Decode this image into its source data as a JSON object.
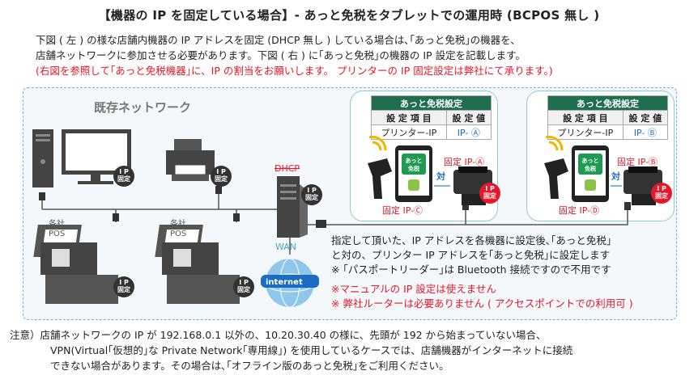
{
  "title": "【機器の IP を固定している場合】- あっと免税をタブレットでの運用時 (BCPOS 無し )",
  "intro": {
    "line1": "下図 ( 左 ) の様な店舗内機器の IP アドレスを固定 (DHCP 無し ) している場合は､｢あっと免税｣の機器を､",
    "line2": "店舗ネットワークに参加させる必要があります。下図 ( 右 ) に｢あっと免税｣の機器の IP 設定を記載します。",
    "line3": "(右図を参照して｢あっと免税機器｣に、IP の割当をお願いします。 プリンターの IP 固定設定は弊社にて承ります。)"
  },
  "diagram": {
    "section_title": "既存ネットワーク",
    "dhcp_label": "DHCP",
    "wan_label": "WAN",
    "internet_label": "internet",
    "pos_label_1": "各社\nPOS",
    "pos_label_2": "各社\nPOS",
    "pos_label_1a": "各社",
    "pos_label_1b": "POS",
    "ip_fixed_line1": "I P",
    "ip_fixed_line2": "固定",
    "ip_label": "I P",
    "fixed_label": "固定"
  },
  "settings_a": {
    "header": "あっと免税設定",
    "col_item": "設 定 項 目",
    "col_value": "設 定 値",
    "row_item": "プリンター-IP",
    "row_value": "IP- Ⓐ"
  },
  "settings_b": {
    "header": "あっと免税設定",
    "col_item": "設 定 項 目",
    "col_value": "設 定 値",
    "row_item": "プリンター-IP",
    "row_value": "IP- Ⓑ"
  },
  "labels": {
    "printer_a": "固定 IP-Ⓐ",
    "printer_b": "固定 IP-Ⓑ",
    "tablet_c": "固定 IP-Ⓒ",
    "tablet_d": "固定 IP-Ⓓ",
    "pair": "対",
    "tablet_brand_1": "あっと",
    "tablet_brand_2": "免税"
  },
  "notes": {
    "line1": "指定して頂いた、IP アドレスを各機器に設定後､｢あっと免税｣",
    "line2": "と対の、プリンター IP アドレスを｢あっと免税｣に設定します",
    "line3": "※ ｢パスポートリーダー｣は Bluetooth 接続ですので不用です",
    "warn1": "※マニュアルの IP 設定は使えません",
    "warn2": "※ 弊社ルーターは必要ありません ( アクセスポイントでの利用可 )"
  },
  "bottom": {
    "line1": "注意）店舗ネットワークの IP が 192.168.0.1 以外の、10.20.30.40 の様に、先頭が 192 から始まっていない場合、",
    "line2": "VPN(Virtual｢仮想的｣な Private Network｢専用線｣) を使用しているケースでは、店舗機器がインターネットに接続",
    "line3": "できない場合があります。その場合は､｢オフライン版のあっと免税｣をご利用ください。"
  },
  "colors": {
    "accent_red": "#e8162a",
    "accent_blue": "#1d6cc3",
    "table_header_green": "#1e6f50",
    "panel_border": "#6fb7dc"
  }
}
